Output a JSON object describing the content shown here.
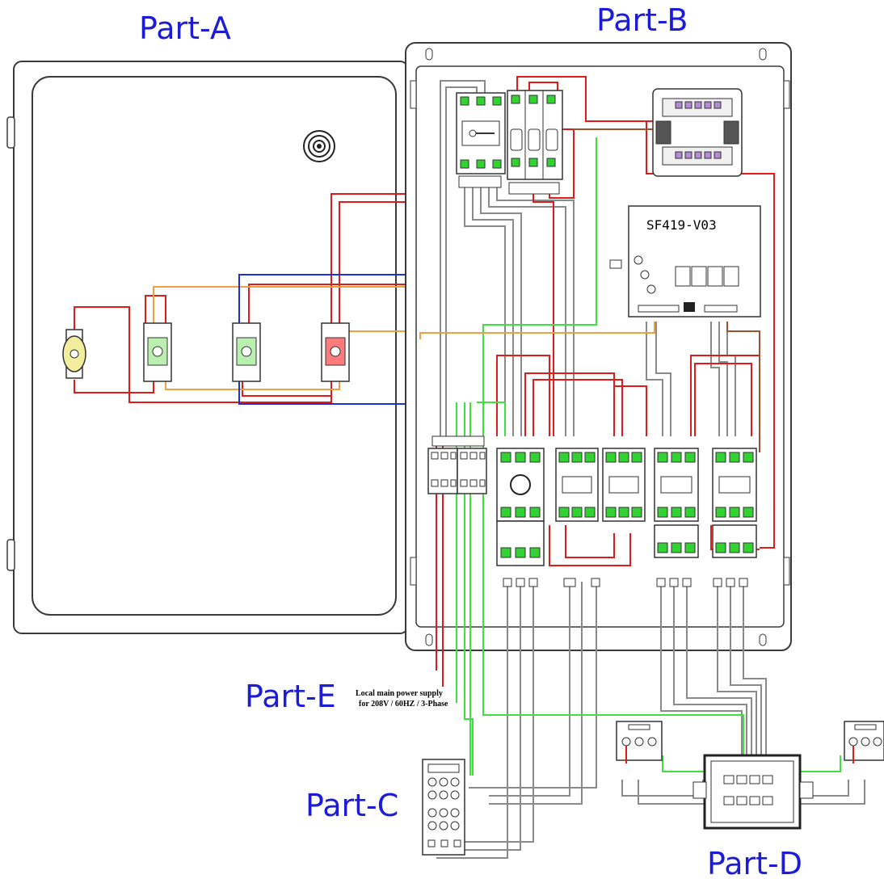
{
  "labels": {
    "part_a": "Part-A",
    "part_b": "Part-B",
    "part_c": "Part-C",
    "part_d": "Part-D",
    "part_e": "Part-E",
    "controller": "SF419-V03",
    "power_note_line1": "Local main power supply",
    "power_note_line2": "for 208V / 60HZ / 3-Phase"
  },
  "colors": {
    "outline": "#3a3a3a",
    "wire_red": "#e01b1b",
    "wire_blue": "#1e2fd6",
    "wire_orange": "#f0a040",
    "wire_green": "#3fe03f",
    "wire_gray": "#8a8a8a",
    "wire_brown": "#a0522d",
    "label_blue": "#1c1cd6",
    "terminal_green": "#32d232"
  }
}
